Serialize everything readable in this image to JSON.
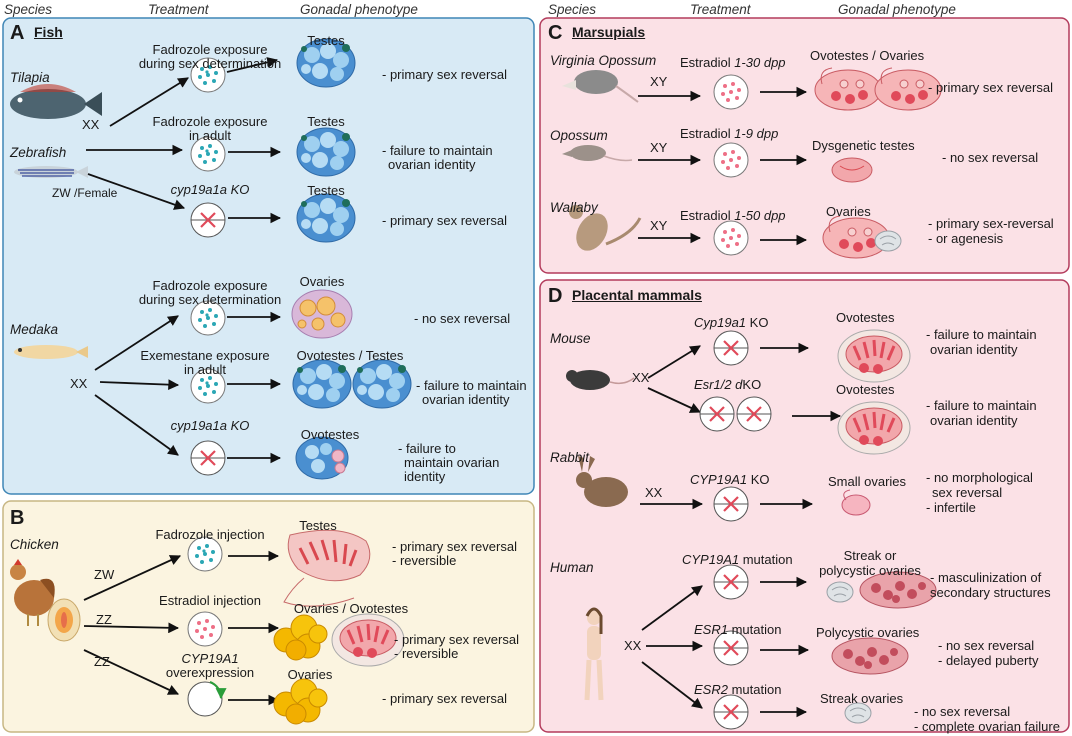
{
  "column_headers": {
    "left": {
      "species": "Species",
      "treatment": "Treatment",
      "phenotype": "Gonadal phenotype"
    },
    "right": {
      "species": "Species",
      "treatment": "Treatment",
      "phenotype": "Gonadal phenotype"
    }
  },
  "colors": {
    "panel_blue": "#d8eaf5",
    "border_blue": "#3f86b6",
    "panel_cream": "#fbf4e0",
    "border_cream": "#c7b683",
    "panel_pink": "#fbe1e6",
    "border_pink": "#b33b5c",
    "dot_teal": "#2ba7b5",
    "dot_pink": "#ee6f86",
    "ko_cross": "#e04a5a",
    "testis_blue": "#4a8fd0",
    "ovary_yellow": "#f4b800"
  },
  "panel_a": {
    "letter": "A",
    "title": "Fish",
    "species": {
      "tilapia": "Tilapia",
      "zebrafish": "Zebrafish",
      "medaka": "Medaka"
    },
    "karyotypes": {
      "tilapia": "XX",
      "zebrafish": "ZW /Female",
      "medaka": "XX"
    },
    "rows": [
      {
        "treatment": [
          "Fadrozole exposure",
          "during sex determination"
        ],
        "gonad": "Testes",
        "outcome": [
          "- primary sex reversal"
        ]
      },
      {
        "treatment": [
          "Fadrozole exposure",
          "in adult"
        ],
        "gonad": "Testes",
        "outcome": [
          "- failure to maintain",
          "ovarian identity"
        ]
      },
      {
        "treatment": [
          "cyp19a1a KO"
        ],
        "gonad": "Testes",
        "outcome": [
          "- primary sex reversal"
        ]
      },
      {
        "treatment": [
          "Fadrozole exposure",
          "during sex determination"
        ],
        "gonad": "Ovaries",
        "outcome": [
          "- no sex reversal"
        ]
      },
      {
        "treatment": [
          "Exemestane  exposure",
          "in adult"
        ],
        "gonad": "Ovotestes / Testes",
        "outcome": [
          "- failure to maintain",
          "ovarian identity"
        ]
      },
      {
        "treatment": [
          "cyp19a1a KO"
        ],
        "gonad": "Ovotestes",
        "outcome": [
          "- failure to",
          "maintain ovarian",
          "identity"
        ]
      }
    ]
  },
  "panel_b": {
    "letter": "B",
    "species": "Chicken",
    "rows": [
      {
        "karyotype": "ZW",
        "treatment": [
          "Fadrozole injection"
        ],
        "gonad": "Testes",
        "outcome": [
          "- primary sex reversal",
          "- reversible"
        ]
      },
      {
        "karyotype": "ZZ",
        "treatment": [
          "Estradiol injection"
        ],
        "gonad": "Ovaries / Ovotestes",
        "outcome": [
          "- primary sex reversal",
          "- reversible"
        ]
      },
      {
        "karyotype": "ZZ",
        "treatment": [
          "CYP19A1",
          "overexpression"
        ],
        "gonad": "Ovaries",
        "outcome": [
          "- primary sex reversal"
        ]
      }
    ]
  },
  "panel_c": {
    "letter": "C",
    "title": "Marsupials",
    "rows": [
      {
        "species": "Virginia Opossum",
        "karyotype": "XY",
        "treatment": "Estradiol",
        "window": "1-30 dpp",
        "gonad": "Ovotestes / Ovaries",
        "outcome": [
          "- primary sex reversal"
        ]
      },
      {
        "species": "Opossum",
        "karyotype": "XY",
        "treatment": "Estradiol",
        "window": "1-9 dpp",
        "gonad": "Dysgenetic testes",
        "outcome": [
          "- no sex reversal"
        ]
      },
      {
        "species": "Wallaby",
        "karyotype": "XY",
        "treatment": "Estradiol",
        "window": "1-50 dpp",
        "gonad": "Ovaries",
        "outcome": [
          "- primary sex-reversal",
          "- or agenesis"
        ]
      }
    ]
  },
  "panel_d": {
    "letter": "D",
    "title": "Placental mammals",
    "species": {
      "mouse": "Mouse",
      "rabbit": "Rabbit",
      "human": "Human"
    },
    "karyotypes": {
      "mouse": "XX",
      "rabbit": "XX",
      "human": "XX"
    },
    "rows": [
      {
        "treatment": "Cyp19a1",
        "suffix": " KO",
        "gonad": "Ovotestes",
        "outcome": [
          "- failure to maintain",
          "ovarian identity"
        ]
      },
      {
        "treatment": "Esr1/2 d",
        "suffix": "KO",
        "gonad": "Ovotestes",
        "outcome": [
          "- failure to maintain",
          "ovarian identity"
        ]
      },
      {
        "treatment": "CYP19A1",
        "suffix": " KO",
        "gonad": "Small ovaries",
        "outcome": [
          "- no morphological",
          "sex reversal",
          "- infertile"
        ]
      },
      {
        "treatment": "CYP19A1",
        "suffix": " mutation",
        "gonad": [
          "Streak or",
          "polycystic ovaries"
        ],
        "outcome": [
          "- masculinization of",
          "secondary structures"
        ]
      },
      {
        "treatment": "ESR1",
        "suffix": " mutation",
        "gonad": "Polycystic ovaries",
        "outcome": [
          "- no sex reversal",
          "- delayed puberty"
        ]
      },
      {
        "treatment": "ESR2",
        "suffix": " mutation",
        "gonad": "Streak ovaries",
        "outcome": [
          "- no sex reversal",
          "- complete ovarian failure"
        ]
      }
    ]
  }
}
